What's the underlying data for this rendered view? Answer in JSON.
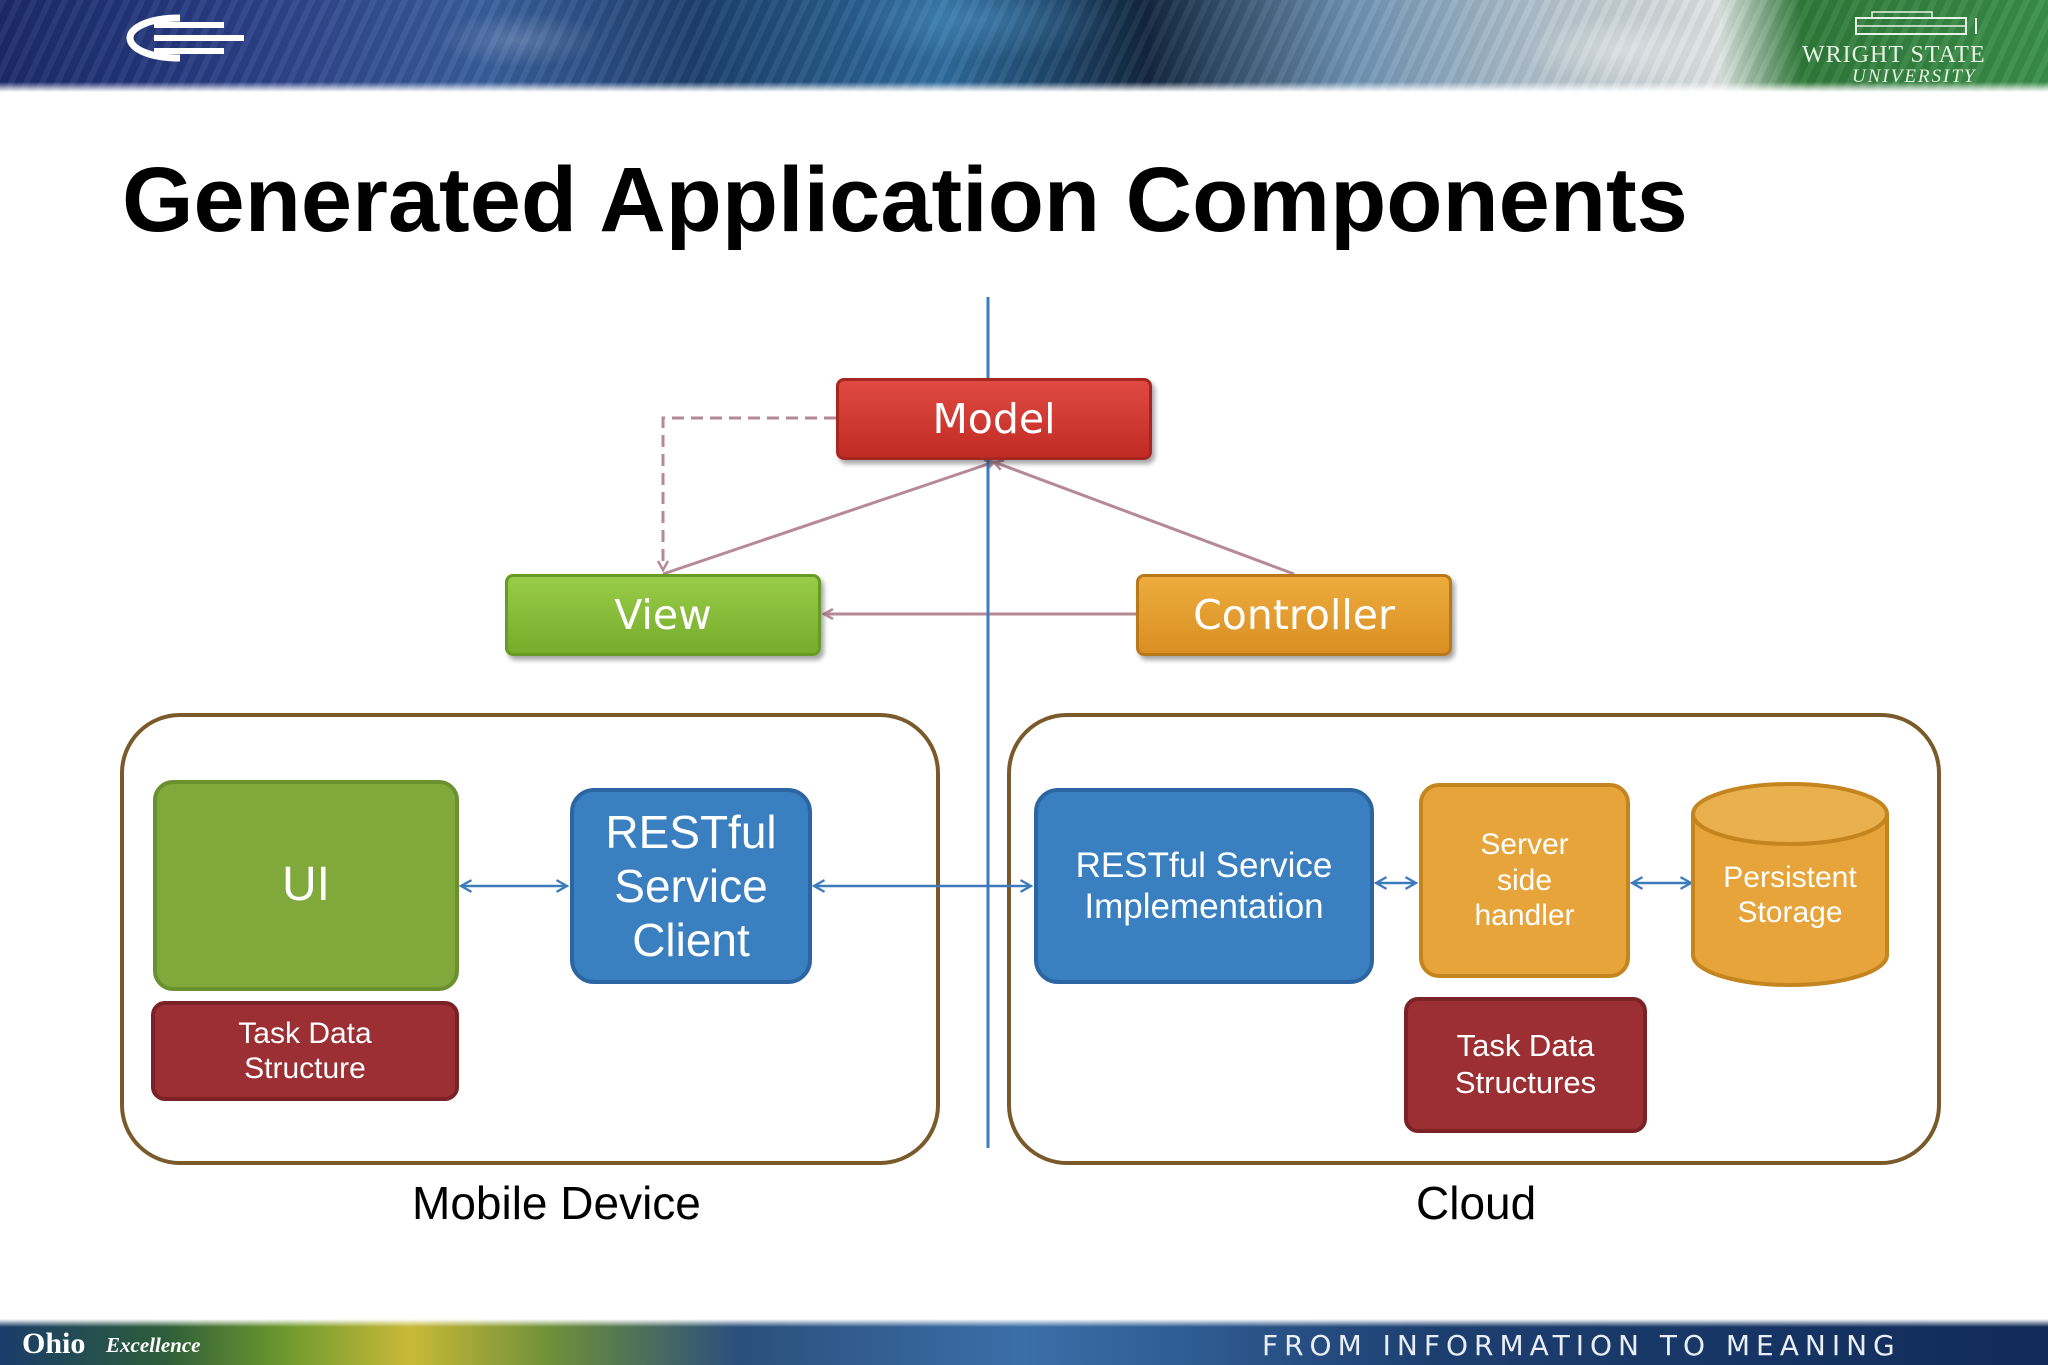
{
  "slide": {
    "title": "Generated Application Components"
  },
  "header": {
    "university_name": "WRIGHT STATE",
    "university_sub": "UNIVERSITY"
  },
  "diagram": {
    "nodes": {
      "model": "Model",
      "view": "View",
      "controller": "Controller",
      "ui": "UI",
      "task_data_structure": "Task Data\nStructure",
      "restful_client": "RESTful\nService\nClient",
      "restful_impl": "RESTful Service\nImplementation",
      "server_handler": "Server\nside\nhandler",
      "persistent_storage": "Persistent\nStorage",
      "task_data_structures": "Task Data\nStructures"
    },
    "groups": {
      "mobile": "Mobile Device",
      "cloud": "Cloud"
    },
    "colors": {
      "model": "#c9302a",
      "view": "#84bb36",
      "controller": "#e39a2e",
      "ui": "#80a83a",
      "task_data": "#9c2f33",
      "restful": "#3a80c0",
      "server": "#e6a43a",
      "group_border": "#7a5a2a",
      "divider": "#3d7bbd",
      "mvc_arrow": "#b58a96",
      "conn_arrow": "#3d7bbd"
    }
  },
  "footer": {
    "ohio": "Ohio",
    "ohio_sub": "Excellence",
    "tagline": "FROM INFORMATION TO MEANING"
  }
}
